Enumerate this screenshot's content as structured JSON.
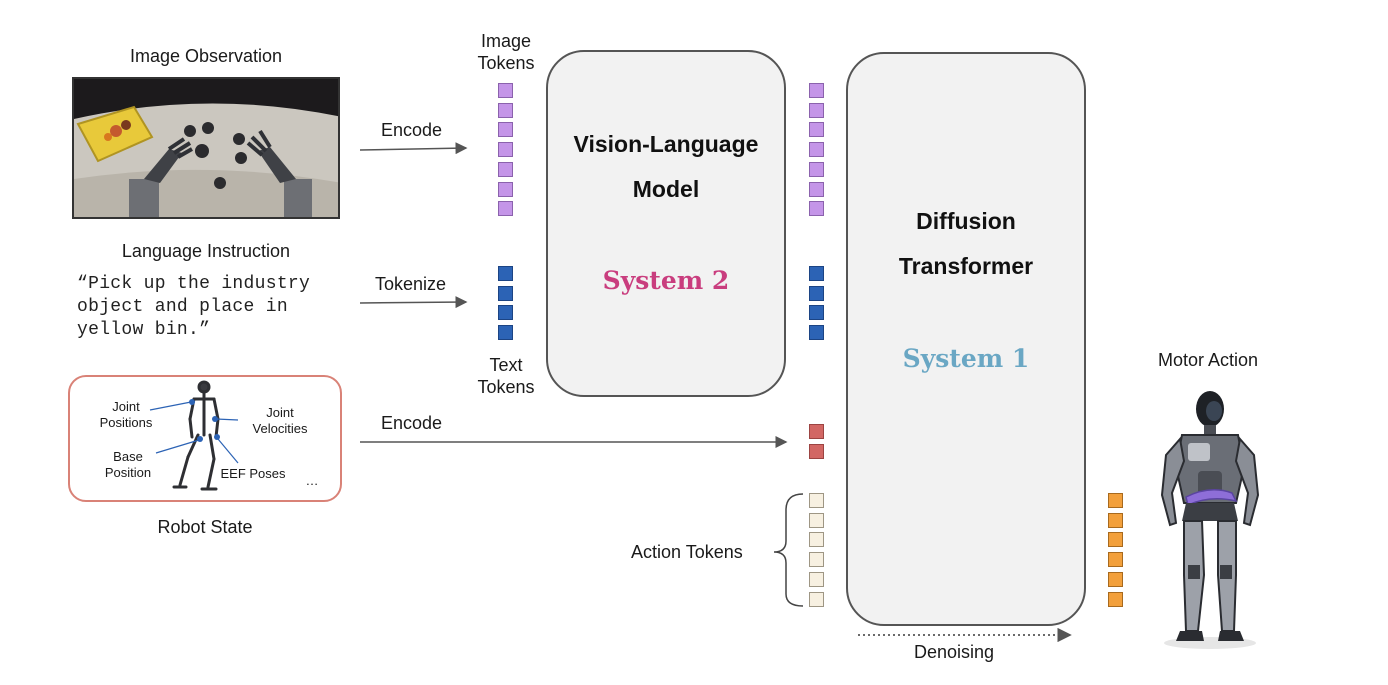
{
  "inputs": {
    "image_title": "Image Observation",
    "language_title": "Language Instruction",
    "instruction": "“Pick up the industry\nobject and place in\nyellow bin.”",
    "robot_state_title": "Robot State",
    "state_labels": {
      "joint_positions": "Joint\nPositions",
      "joint_velocities": "Joint\nVelocities",
      "base_position": "Base\nPosition",
      "eef_poses": "EEF Poses",
      "ellipsis": "…"
    }
  },
  "arrows": {
    "encode_image": "Encode",
    "tokenize": "Tokenize",
    "encode_state": "Encode",
    "denoising": "Denoising"
  },
  "token_labels": {
    "image_tokens": "Image\nTokens",
    "text_tokens": "Text\nTokens",
    "action_tokens": "Action Tokens"
  },
  "vlm": {
    "title": "Vision-Language\nModel",
    "system": "System 2",
    "system_color": "#c93d7e"
  },
  "dit": {
    "title": "Diffusion\nTransformer",
    "system": "System 1",
    "system_color": "#6aa7c4"
  },
  "output": {
    "motor_action": "Motor Action"
  },
  "colors": {
    "image_token": "#c495e8",
    "text_token": "#2c63b5",
    "state_token": "#d26764",
    "action_token": "#f7f0e1",
    "output_token": "#f2a03c"
  }
}
